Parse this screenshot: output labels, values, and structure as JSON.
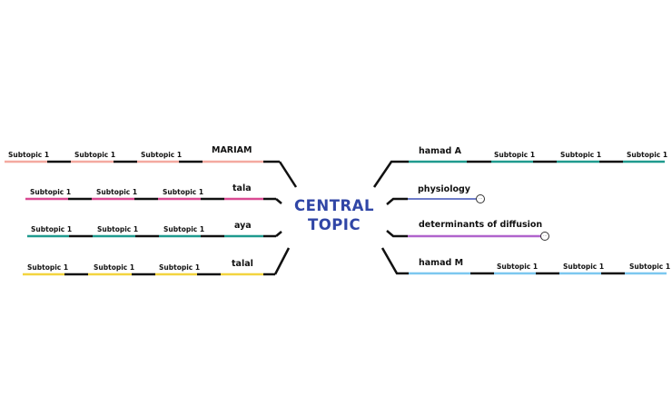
{
  "central_topic": {
    "line1": "CENTRAL",
    "line2": "TOPIC",
    "color": "#3046a6"
  },
  "branches": {
    "mariam": {
      "label": "MARIAM",
      "color": "#f4a9a0",
      "subtopics": [
        "Subtopic 1",
        "Subtopic 1",
        "Subtopic 1"
      ]
    },
    "tala": {
      "label": "tala",
      "color": "#d94a92",
      "subtopics": [
        "Subtopic 1",
        "Subtopic 1",
        "Subtopic 1"
      ]
    },
    "aya": {
      "label": "aya",
      "color": "#1f9a8e",
      "subtopics": [
        "Subtopic 1",
        "Subtopic 1",
        "Subtopic 1"
      ]
    },
    "talal": {
      "label": "talal",
      "color": "#f3d43f",
      "subtopics": [
        "Subtopic 1",
        "Subtopic 1",
        "Subtopic 1"
      ]
    },
    "hamad_a": {
      "label": "hamad A",
      "color": "#1f9a8e",
      "subtopics": [
        "Subtopic 1",
        "Subtopic 1",
        "Subtopic 1"
      ]
    },
    "physiology": {
      "label": "physiology",
      "color": "#3f51b5",
      "collapsed_badge": "icon-collapsed-count"
    },
    "determinants": {
      "label": "determinants of diffusion",
      "color": "#b064cc",
      "collapsed_badge": "icon-collapsed-count"
    },
    "hamad_m": {
      "label": "hamad M",
      "color": "#7cc7ef",
      "subtopics": [
        "Subtopic 1",
        "Subtopic 1",
        "Subtopic 1"
      ]
    }
  }
}
